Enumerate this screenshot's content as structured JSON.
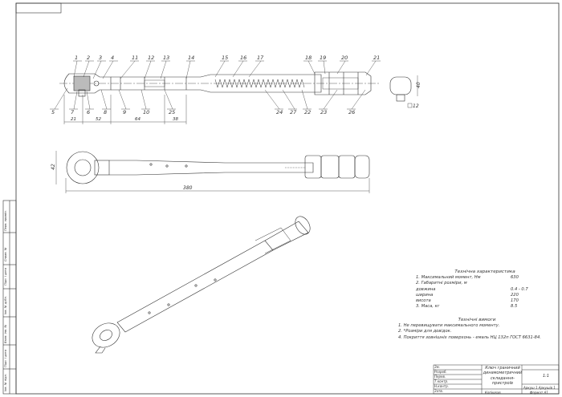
{
  "callouts_top": [
    "1",
    "2",
    "3",
    "4",
    "11",
    "12",
    "13",
    "14",
    "15",
    "16",
    "17",
    "18",
    "19",
    "20",
    "21"
  ],
  "callouts_bottom": [
    "5",
    "7",
    "6",
    "8",
    "9",
    "10",
    "25",
    "24",
    "27",
    "22",
    "23",
    "26"
  ],
  "dims_bottom": [
    "21",
    "52",
    "64",
    "38"
  ],
  "end_view_dims": {
    "height": "40",
    "square": "12"
  },
  "side_view_dims": {
    "height": "42",
    "length": "380"
  },
  "tech_specs": {
    "title": "Технічна характеристика",
    "rows": [
      {
        "label": "1. Максимальний момент, Нм",
        "value": "630"
      },
      {
        "label": "2. Габаритні розміри, м",
        "value": ""
      },
      {
        "label": "довжина",
        "value": "0.4 - 0.7"
      },
      {
        "label": "ширина",
        "value": "220"
      },
      {
        "label": "висота",
        "value": "170"
      },
      {
        "label": "3. Маса, кг",
        "value": "8.5"
      }
    ]
  },
  "tech_req": {
    "title": "Технічні вимоги",
    "items": [
      "1. Не перевищувати максимального моменту.",
      "2. *Розміри для довідок.",
      "4. Покриття зовнішніх поверхонь - емаль НЦ 132п ГОСТ 6631-84."
    ]
  },
  "title_block": {
    "name_line1": "Ключ граничний",
    "name_line2": "динамометричний",
    "name_line3": "складання-пристроїв",
    "scale": "1:1",
    "sheet": "Аркуш 1 Аркушів 1",
    "format": "Формат А1",
    "copied": "Копіював",
    "left_rows": [
      "Зм.",
      "Розроб.",
      "Перев.",
      "Т.контр.",
      "Н.контр.",
      "Затв."
    ]
  },
  "side_stamps": [
    "Перв. примін.",
    "Справ. №",
    "Підп. і дата",
    "Інв. № дубл.",
    "Взам. інв. №",
    "Підп. і дата",
    "Інв. № підл."
  ]
}
